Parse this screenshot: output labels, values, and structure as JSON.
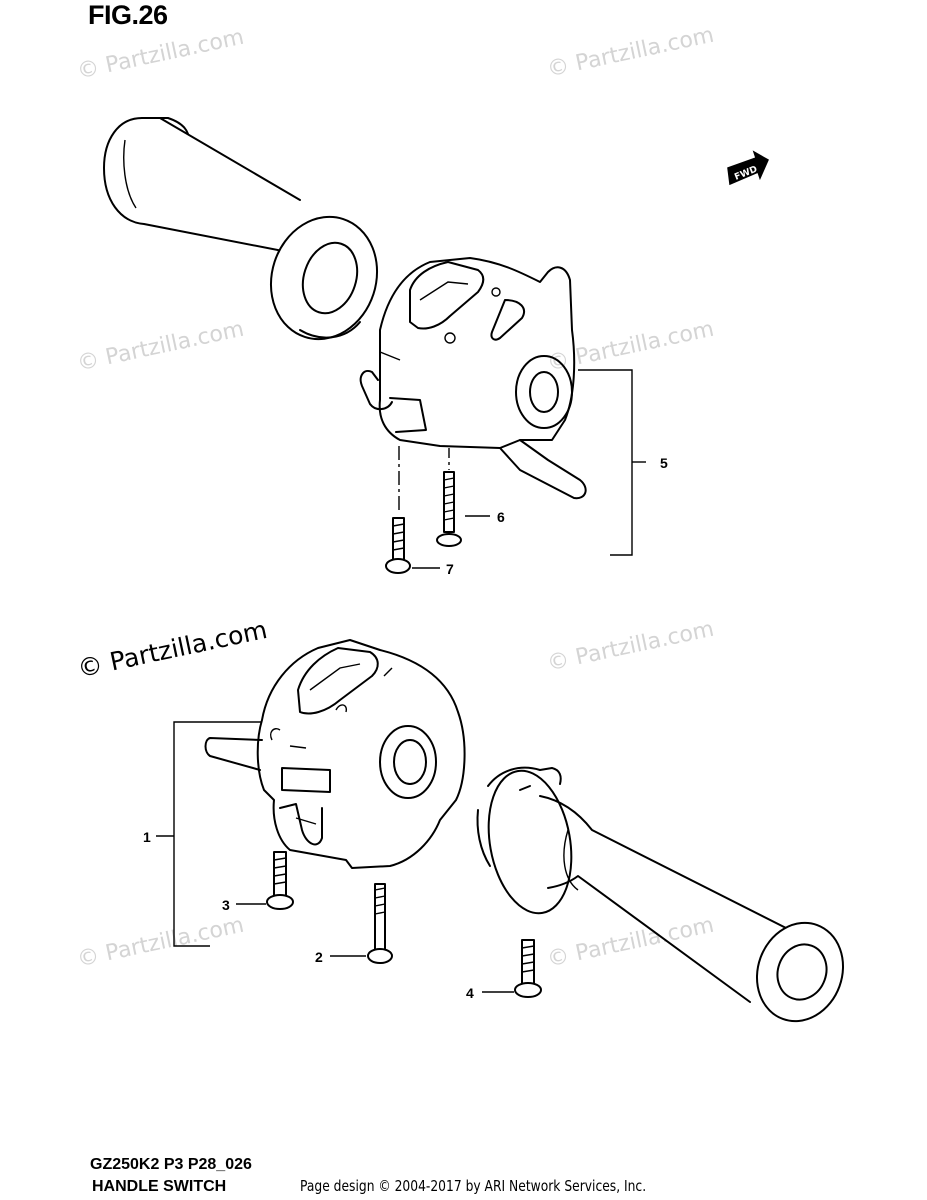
{
  "figure": {
    "title": "FIG.26"
  },
  "watermarks": {
    "text": "© Partzilla.com",
    "featured_text": "© Partzilla.com"
  },
  "orientation_badge": {
    "label": "FWD"
  },
  "callouts": [
    "1",
    "2",
    "3",
    "4",
    "5",
    "6",
    "7"
  ],
  "footer": {
    "model_code": "GZ250K2 P3 P28_026",
    "section_name": "HANDLE SWITCH",
    "credit": "Page design © 2004-2017 by ARI Network Services, Inc."
  }
}
